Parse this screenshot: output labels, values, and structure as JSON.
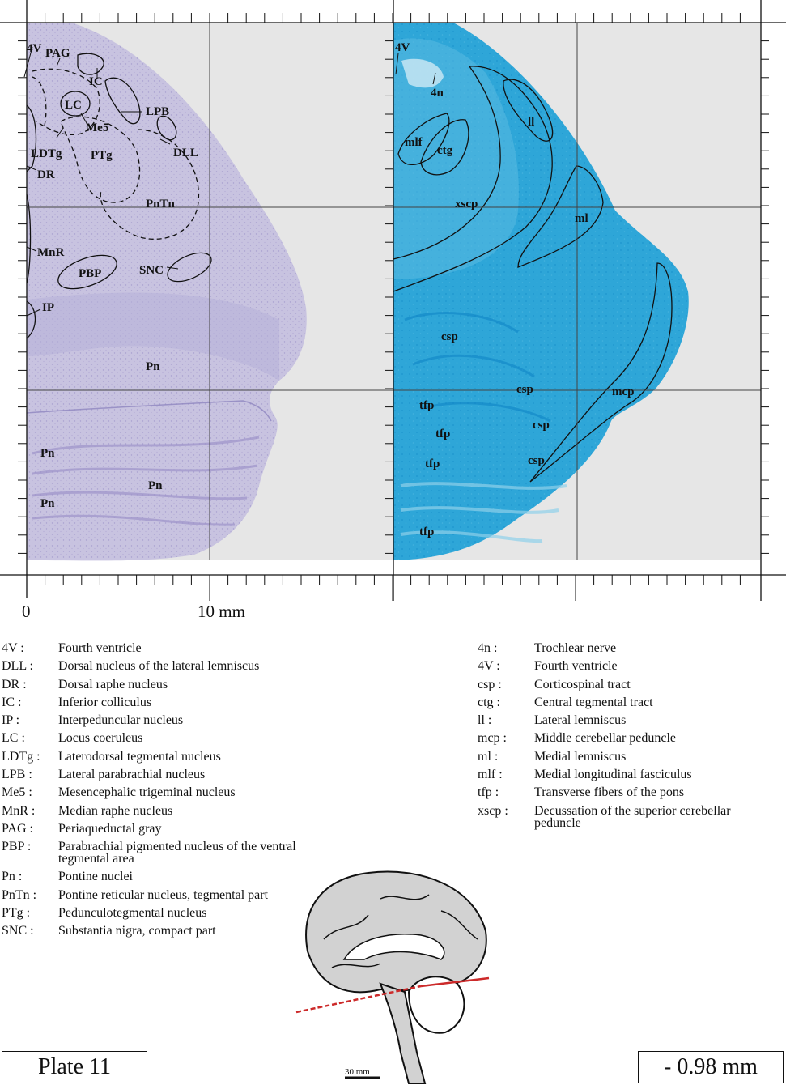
{
  "scale": {
    "zero": "0",
    "ten": "10 mm"
  },
  "nissl_labels": {
    "v4": "4V",
    "pag": "PAG",
    "ic": "IC",
    "lc": "LC",
    "lpb": "LPB",
    "me5": "Me5",
    "ldtg": "LDTg",
    "ptg": "PTg",
    "dll": "DLL",
    "dr": "DR",
    "pntn": "PnTn",
    "mnr": "MnR",
    "pbp": "PBP",
    "snc": "SNC",
    "ip": "IP",
    "pn1": "Pn",
    "pn2": "Pn",
    "pn3": "Pn",
    "pn4": "Pn"
  },
  "myelin_labels": {
    "v4": "4V",
    "n4": "4n",
    "ll": "ll",
    "mlf": "mlf",
    "ctg": "ctg",
    "xscp": "xscp",
    "ml": "ml",
    "csp1": "csp",
    "csp2": "csp",
    "csp3": "csp",
    "csp4": "csp",
    "mcp": "mcp",
    "tfp1": "tfp",
    "tfp2": "tfp",
    "tfp3": "tfp",
    "tfp4": "tfp"
  },
  "legend_left": [
    {
      "abbr": "4V :",
      "desc": "Fourth ventricle"
    },
    {
      "abbr": "DLL :",
      "desc": "Dorsal nucleus of the lateral lemniscus"
    },
    {
      "abbr": "DR :",
      "desc": "Dorsal raphe nucleus"
    },
    {
      "abbr": "IC :",
      "desc": "Inferior colliculus"
    },
    {
      "abbr": "IP :",
      "desc": "Interpeduncular nucleus"
    },
    {
      "abbr": "LC :",
      "desc": "Locus coeruleus"
    },
    {
      "abbr": "LDTg :",
      "desc": "Laterodorsal tegmental nucleus"
    },
    {
      "abbr": "LPB :",
      "desc": "Lateral parabrachial nucleus"
    },
    {
      "abbr": "Me5 :",
      "desc": "Mesencephalic trigeminal nucleus"
    },
    {
      "abbr": "MnR :",
      "desc": "Median raphe nucleus"
    },
    {
      "abbr": "PAG :",
      "desc": "Periaqueductal gray"
    },
    {
      "abbr": "PBP :",
      "desc": "Parabrachial pigmented nucleus of the ventral tegmental area"
    },
    {
      "abbr": "Pn :",
      "desc": "Pontine nuclei"
    },
    {
      "abbr": "PnTn :",
      "desc": "Pontine reticular nucleus, tegmental part"
    },
    {
      "abbr": "PTg :",
      "desc": "Pedunculotegmental nucleus"
    },
    {
      "abbr": "SNC :",
      "desc": "Substantia nigra, compact part"
    }
  ],
  "legend_right": [
    {
      "abbr": "4n :",
      "desc": "Trochlear nerve"
    },
    {
      "abbr": "4V :",
      "desc": "Fourth ventricle"
    },
    {
      "abbr": "csp :",
      "desc": "Corticospinal tract"
    },
    {
      "abbr": "ctg :",
      "desc": "Central tegmental tract"
    },
    {
      "abbr": "ll :",
      "desc": "Lateral lemniscus"
    },
    {
      "abbr": "mcp :",
      "desc": "Middle cerebellar peduncle"
    },
    {
      "abbr": "ml :",
      "desc": "Medial lemniscus"
    },
    {
      "abbr": "mlf :",
      "desc": "Medial longitudinal fasciculus"
    },
    {
      "abbr": "tfp :",
      "desc": "Transverse fibers of the pons"
    },
    {
      "abbr": "xscp :",
      "desc": "Decussation of the superior cerebellar peduncle"
    }
  ],
  "plate": {
    "label": "Plate 11",
    "level": "- 0.98 mm"
  },
  "brain_scale": "30 mm",
  "colors": {
    "panel_bg": "#e6e6e6",
    "nissl": "#c8c3e0",
    "nissl_dark": "#8f86bf",
    "myelin": "#2ea6d8",
    "myelin_dark": "#0f86c6",
    "myelin_light": "#8fd0ea",
    "cut_line": "#cc2a2a"
  }
}
